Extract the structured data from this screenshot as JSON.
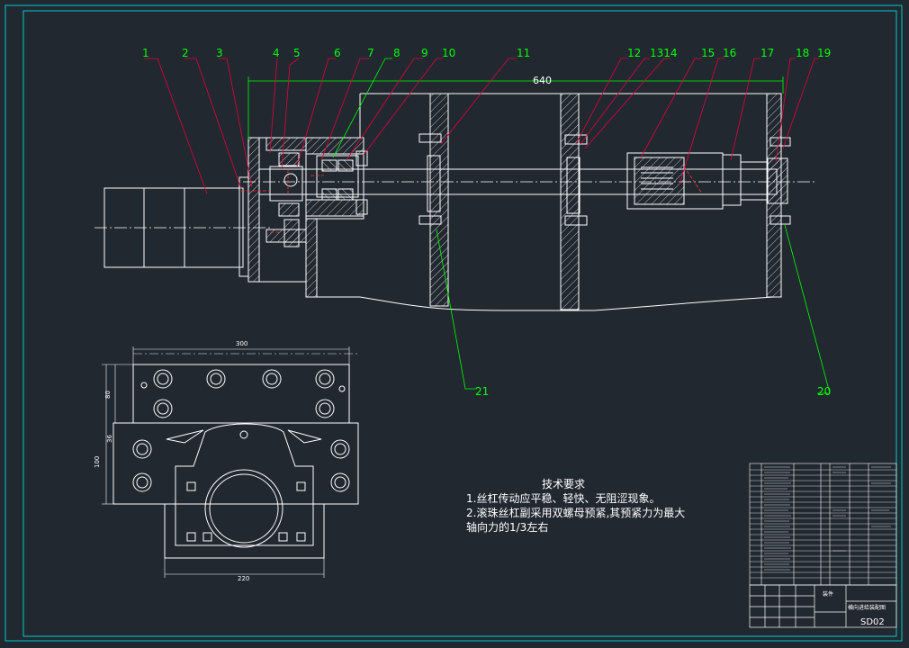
{
  "drawing": {
    "dimension_overall": "640",
    "dimension_base_width": "300",
    "dimension_base_bottom": "220",
    "dimension_base_height": "100",
    "dimension_left_a": "80",
    "dimension_left_b": "36",
    "part_numbers": [
      "1",
      "2",
      "3",
      "4",
      "5",
      "6",
      "7",
      "8",
      "9",
      "10",
      "11",
      "12",
      "1314",
      "15",
      "16",
      "17",
      "18",
      "19",
      "20",
      "21"
    ]
  },
  "technical_requirements": {
    "title": "技术要求",
    "lines": [
      "1.丝杠传动应平稳、轻快、无阻涩现象。",
      "2.滚珠丝杠副采用双螺母预紧,其预紧力为最大",
      "轴向力的1/3左右"
    ]
  },
  "title_block": {
    "assembly_label": "装件",
    "drawing_name": "横向进给装配图",
    "drawing_number": "SD02"
  },
  "colors": {
    "background": "#212830",
    "outline": "#ffffff",
    "leader": "#e8003a",
    "label": "#00ff00",
    "border": "#00cccc",
    "dimension": "#00ff00",
    "centerline": "#ffffff",
    "hidden": "#ff3333"
  }
}
